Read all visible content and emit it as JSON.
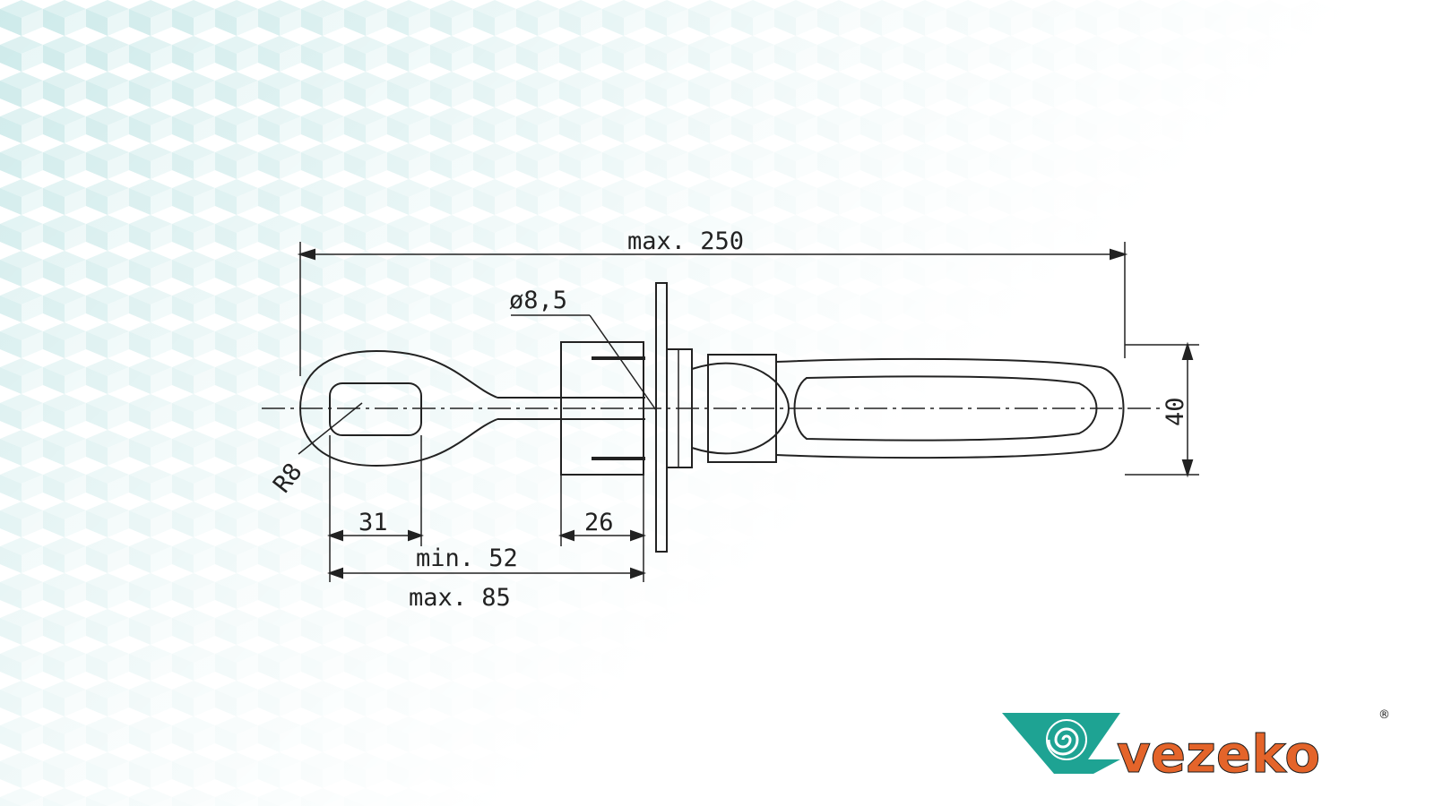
{
  "drawing": {
    "dimensions": {
      "overall_length": "max. 250",
      "bolt_diameter": "ø8,5",
      "eye_radius": "R8",
      "eye_width": "31",
      "flange_width": "26",
      "span_min": "min. 52",
      "span_max": "max. 85",
      "height": "40"
    }
  },
  "logo": {
    "brand": "vezeko",
    "registered": "®",
    "colors": {
      "teal": "#1ea393",
      "orange": "#e4642a"
    }
  }
}
